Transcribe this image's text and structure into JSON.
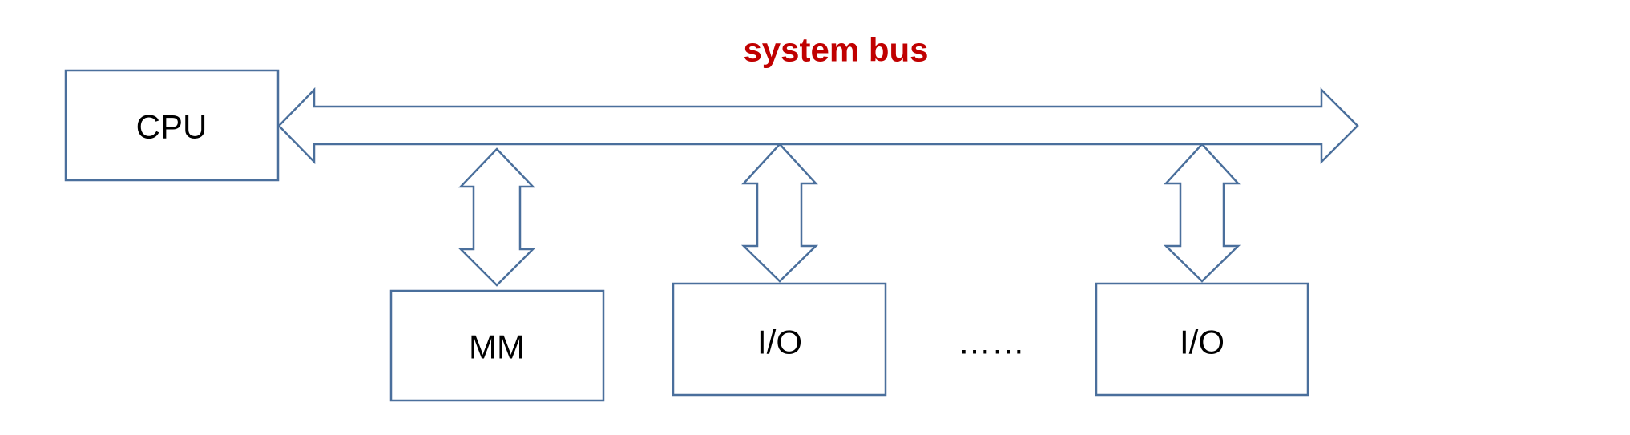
{
  "title": {
    "text": "system bus",
    "color": "#c00000"
  },
  "components": {
    "cpu": "CPU",
    "mm": "MM",
    "io_1": "I/O",
    "io_2": "I/O",
    "ellipsis": "……"
  },
  "colors": {
    "outline": "#4a6f9c",
    "text": "#000000",
    "background": "#ffffff"
  }
}
